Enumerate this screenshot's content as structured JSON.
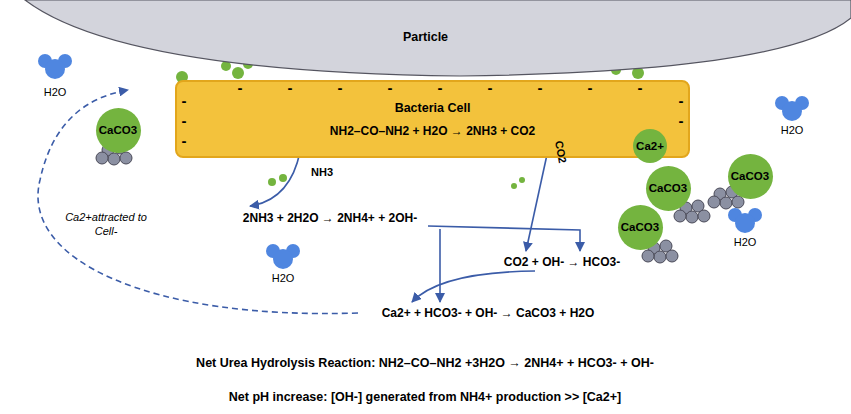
{
  "diagram": {
    "nodes": [
      {
        "text": [
          "Particle"
        ]
      },
      {
        "text": [
          "Bacteria Cell",
          "NH2–CO–NH2 + H2O → 2NH3 + CO2"
        ]
      },
      {
        "text": [
          "CaCO3"
        ]
      },
      {
        "text": [
          "Ca2+"
        ]
      },
      {
        "text": [
          "CaCO3"
        ]
      },
      {
        "text": [
          "CaCO3"
        ]
      },
      {
        "text": [
          "CaCO3"
        ]
      }
    ],
    "labels": [
      "NH3",
      "CO2",
      "2NH3 + 2H2O → 2NH4+ + 2OH-",
      "CO2 + OH- → HCO3-",
      "Ca2+ + HCO3- + OH- → CaCO3 + H2O",
      "Ca2+attracted to Cell-",
      "Net Urea Hydrolysis Reaction: NH2–CO–NH2 +3H2O → 2NH4+ + HCO3- + OH-",
      "Net pH increase: [OH-] generated from NH4+ production >> [Ca2+]",
      "H2O",
      "H2O",
      "H2O",
      "H2O",
      "-",
      "-",
      "-",
      "-",
      "-",
      "-",
      "-",
      "-",
      "-",
      "-",
      "-",
      "-",
      "-",
      "-"
    ]
  }
}
